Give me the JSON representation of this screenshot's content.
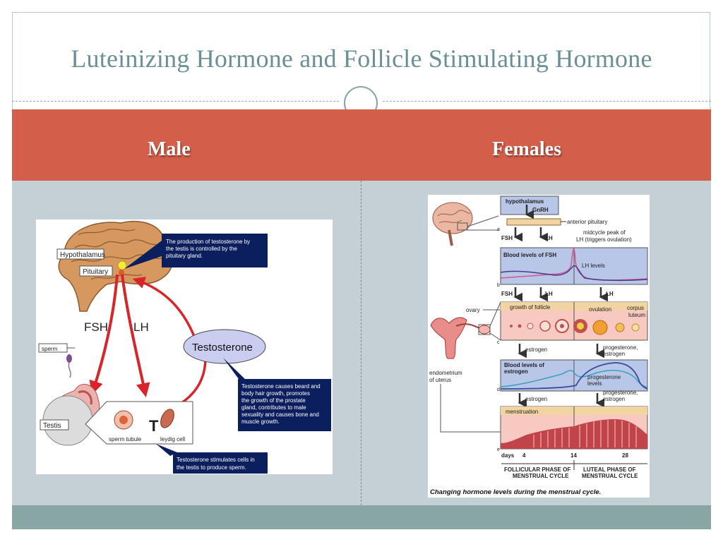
{
  "slide": {
    "title": "Luteinizing Hormone and Follicle Stimulating Hormone",
    "columns": {
      "left": "Male",
      "right": "Females"
    }
  },
  "male_diagram": {
    "labels": {
      "hypothalamus": "Hypothalamus",
      "pituitary": "Pituitary",
      "fsh": "FSH",
      "lh": "LH",
      "sperm": "sperm",
      "testis": "Testis",
      "testosterone": "Testosterone",
      "sperm_tubule": "sperm tubule",
      "leydig_cell": "leydig cell"
    },
    "notes": {
      "box1_line1": "The production of testosterone by",
      "box1_line2": "the testis is controlled by the",
      "box1_line3": "pituitary gland.",
      "box2_line1": "Testosterone causes beard and",
      "box2_line2": "body hair growth, promotes",
      "box2_line3": "the growth of the prostate",
      "box2_line4": "gland, contributes to male",
      "box2_line5": "sexuality and causes bone and",
      "box2_line6": "muscle growth.",
      "box3_line1": "Testosterone stimulates cells in",
      "box3_line2": "the testis to produce sperm."
    }
  },
  "female_diagram": {
    "labels": {
      "hypothalamus": "hypothalamus",
      "gnrh": "GnRH",
      "anterior_pituitary": "anterior pituitary",
      "fsh": "FSH",
      "lh": "LH",
      "midcycle_1": "midcycle peak of",
      "midcycle_2": "LH (triggers ovulation)",
      "blood_fsh": "Blood levels of FSH",
      "lh_levels": "LH levels",
      "ovary": "ovary",
      "growth_follicle": "growth of follicle",
      "ovulation": "ovulation",
      "corpus": "corpus",
      "luteum": "luteum",
      "estrogen": "estrogen",
      "progesterone_estrogen": "progesterone,",
      "estrogen2": "estrogen",
      "blood_estrogen_1": "Blood levels of",
      "blood_estrogen_2": "estrogen",
      "prog_levels_1": "progesterone",
      "prog_levels_2": "levels",
      "endometrium_1": "endometrium",
      "endometrium_2": "of uterus",
      "menstruation": "menstruation",
      "days": "days",
      "day4": "4",
      "day14": "14",
      "day28": "28",
      "follicular_1": "FOLLICULAR PHASE OF",
      "follicular_2": "MENSTRUAL CYCLE",
      "luteal_1": "LUTEAL PHASE OF",
      "luteal_2": "MENSTRUAL CYCLE",
      "panel_a": "a",
      "panel_b": "b",
      "panel_c": "c",
      "panel_d": "d",
      "panel_e": "e",
      "caption": "Changing hormone levels during the menstrual cycle."
    }
  },
  "colors": {
    "accent_red": "#d35f4a",
    "title_teal": "#6a8f96",
    "content_bg": "#c4d0d6",
    "footer_teal": "#88a6a4"
  }
}
